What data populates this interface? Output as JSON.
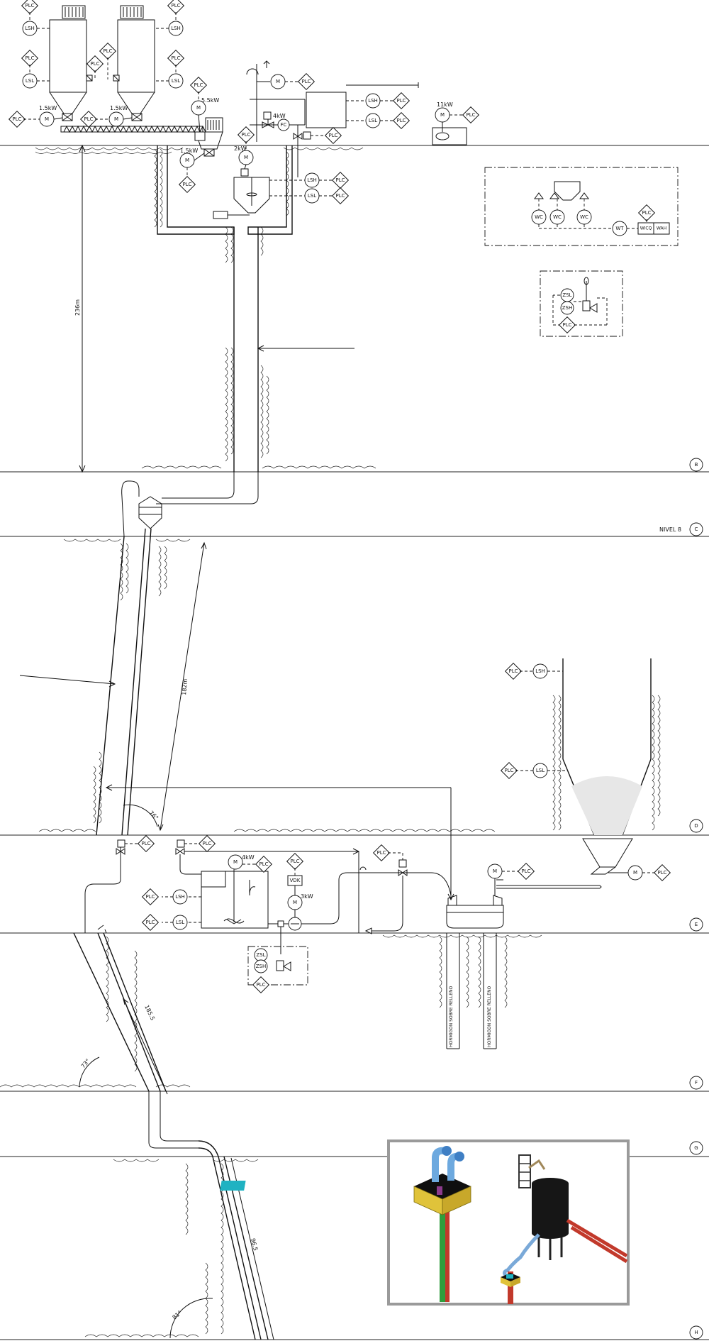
{
  "instruments": {
    "plc": "PLC",
    "lsh": "LSH",
    "lsl": "LSL",
    "motor": "M",
    "fc": "FC",
    "wc": "WC",
    "wt": "WT",
    "wic": "WICQ",
    "wah": "WAH",
    "zsl": "ZSL",
    "zsh": "ZSH",
    "vdk": "VDK"
  },
  "power": {
    "silo_feeder_1": "1.5kW",
    "silo_feeder_2": "1.5kW",
    "mixer_motor": "5.5kW",
    "dust_motor": "1.5kW",
    "agitator_motor": "2kW",
    "pump_motor": "4kW",
    "top_right_motor": "11kW",
    "lower_mixer": "4kW",
    "lower_pump": "3kW"
  },
  "dimensions": {
    "shaft_depth": "236m",
    "incline_length": "182m",
    "incline_angle": "76°",
    "second_shaft_length": "185.5",
    "second_angle": "73°",
    "third_shaft_length": "96.5",
    "third_angle": "81°"
  },
  "levels": {
    "b": "B",
    "c": "C",
    "d": "D",
    "e": "E",
    "f": "F",
    "g": "G",
    "h": "H",
    "nivel": "NIVEL 8"
  },
  "boreholes": {
    "left": "HORMIGON SOBRE RELLENO",
    "right": "HORMIGON SOBRE RELLENO"
  }
}
